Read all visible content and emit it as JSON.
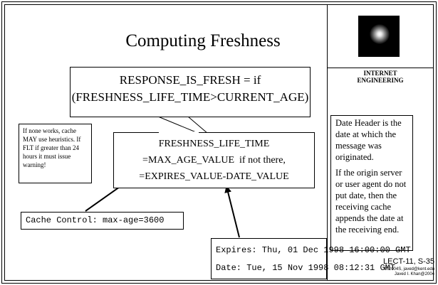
{
  "slide": {
    "title": "Computing Freshness",
    "logo_text_1": "INTERNET",
    "logo_text_2": "ENGINEERING",
    "response_line_1": "RESPONSE_IS_FRESH = if",
    "response_line_2": "(FRESHNESS_LIFE_TIME>CURRENT_AGE)",
    "heuristics_note": "If none works, cache MAY use heuristics. If FLT if greater than 24 hours it must issue warning!",
    "freshness_line_1": "FRESHNESS_LIFE_TIME",
    "freshness_line_2": "=MAX_AGE_VALUE  if not there,",
    "freshness_line_3": "=EXPIRES_VALUE-DATE_VALUE",
    "date_header_para_1": "Date Header is the date at which the message was originated.",
    "date_header_para_2": "If the origin server or user agent do not put date, then the receiving cache appends the date at the receiving end.",
    "cache_control": "Cache Control: max-age=3600",
    "expires_line": "Expires: Thu, 01 Dec 1998 16:00:00 GMT",
    "date_line": "Date: Tue, 15 Nov 1998 08:12:31 GMT",
    "footer_lecture": "LECT-11, S-35",
    "footer_course": "IN2004S, javed@kent.edu",
    "footer_author": "Javed I. Khan@2004"
  }
}
